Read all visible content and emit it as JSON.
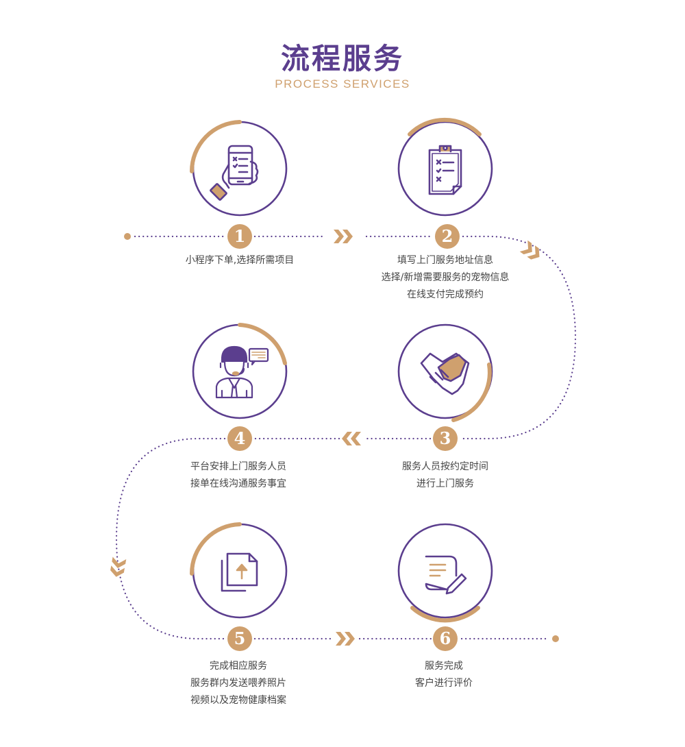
{
  "header": {
    "title": "流程服务",
    "subtitle": "PROCESS SERVICES"
  },
  "colors": {
    "purple": "#5b3e8e",
    "gold": "#cfa06e",
    "text": "#444444"
  },
  "steps": [
    {
      "number": "1",
      "icon": "smartphone-checklist-icon",
      "lines": [
        "小程序下单,选择所需项目"
      ]
    },
    {
      "number": "2",
      "icon": "clipboard-checklist-icon",
      "lines": [
        "填写上门服务地址信息",
        "选择/新增需要服务的宠物信息",
        "在线支付完成预约"
      ]
    },
    {
      "number": "3",
      "icon": "handshake-icon",
      "lines": [
        "服务人员按约定时间",
        "进行上门服务"
      ]
    },
    {
      "number": "4",
      "icon": "customer-service-icon",
      "lines": [
        "平台安排上门服务人员",
        "接单在线沟通服务事宜"
      ]
    },
    {
      "number": "5",
      "icon": "file-upload-icon",
      "lines": [
        "完成相应服务",
        "服务群内发送喂养照片",
        "视频以及宠物健康档案"
      ]
    },
    {
      "number": "6",
      "icon": "edit-document-icon",
      "lines": [
        "服务完成",
        "客户进行评价"
      ]
    }
  ]
}
